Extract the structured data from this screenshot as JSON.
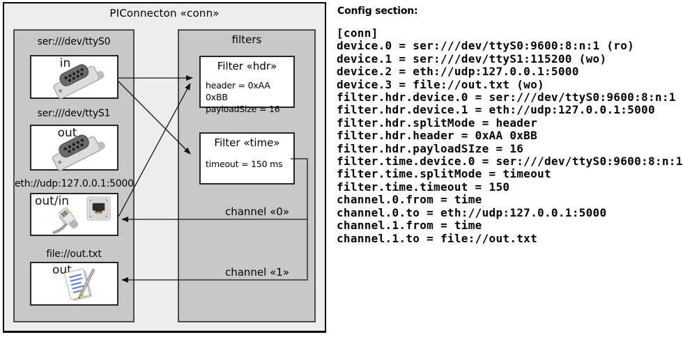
{
  "diagram": {
    "title": "PIConnecton «conn»",
    "devices_group": {
      "devices": [
        {
          "address": "ser:///dev/ttyS0",
          "port": "in",
          "icon": "serial-connector-icon"
        },
        {
          "address": "ser:///dev/ttyS1",
          "port": "out",
          "icon": "serial-connector-icon"
        },
        {
          "address": "eth://udp:127.0.0.1:5000",
          "port": "out/in",
          "icon": "ethernet-port-and-plug-icon"
        },
        {
          "address": "file://out.txt",
          "port": "out",
          "icon": "notepad-pen-icon"
        }
      ]
    },
    "filters_group": {
      "title": "filters",
      "filters": [
        {
          "title": "Filter «hdr»",
          "properties": [
            "header = 0xAA 0xBB",
            "payloadSize = 16"
          ]
        },
        {
          "title": "Filter «time»",
          "properties": [
            "timeout = 150 ms"
          ]
        }
      ],
      "channels": [
        {
          "label": "channel «0»"
        },
        {
          "label": "channel «1»"
        }
      ]
    }
  },
  "config": {
    "heading": "Config section:",
    "lines": [
      "[conn]",
      "device.0 = ser:///dev/ttyS0:9600:8:n:1 (ro)",
      "device.1 = ser:///dev/ttyS1:115200 (wo)",
      "device.2 = eth://udp:127.0.0.1:5000",
      "device.3 = file://out.txt (wo)",
      "filter.hdr.device.0 = ser:///dev/ttyS0:9600:8:n:1",
      "filter.hdr.device.1 = eth://udp:127.0.0.1:5000",
      "filter.hdr.splitMode = header",
      "filter.hdr.header = 0xAA 0xBB",
      "filter.hdr.payloadSIze = 16",
      "filter.time.device.0 = ser:///dev/ttyS0:9600:8:n:1",
      "filter.time.splitMode = timeout",
      "filter.time.timeout = 150",
      "channel.0.from = time",
      "channel.0.to = eth://udp:127.0.0.1:5000",
      "channel.1.from = time",
      "channel.1.to = file://out.txt"
    ]
  }
}
